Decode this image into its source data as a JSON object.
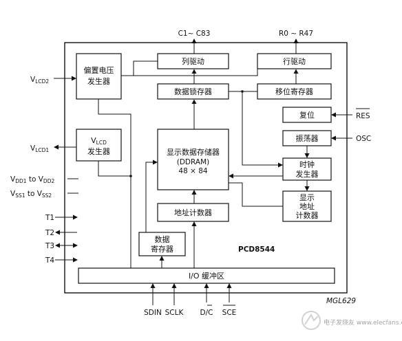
{
  "chip_name": "PCD8544",
  "figure_id": "MGL629",
  "watermark": "电子发烧友 www.elecfans.com",
  "outputs_top": {
    "columns": "C1~ C83",
    "rows": "R0 ~ R47"
  },
  "blocks": {
    "column_driver": "列驱动",
    "row_driver": "行驱动",
    "bias_voltage_line1": "偏置电压",
    "bias_voltage_line2": "发生器",
    "data_latch": "数据锁存器",
    "shift_register": "移位寄存器",
    "reset": "复位",
    "oscillator": "振荡器",
    "vlcd_gen_prefix": "V",
    "vlcd_gen_sub": "LCD",
    "vlcd_gen_line2": "发生器",
    "ddram_line1": "显示数据存储器",
    "ddram_line2": "(DDRAM)",
    "ddram_line3": "48 × 84",
    "clock_line1": "时钟",
    "clock_line2": "发生器",
    "display_addr_line1": "显示",
    "display_addr_line2": "地址",
    "display_addr_line3": "计数器",
    "addr_counter": "地址计数器",
    "data_reg_line1": "数据",
    "data_reg_line2": "寄存器",
    "io_buffer": "I/O 缓冲区"
  },
  "pins_left": {
    "vlcd2": {
      "v": "V",
      "sub": "LCD2"
    },
    "vlcd1": {
      "v": "V",
      "sub": "LCD1"
    },
    "vdd": {
      "v1": "V",
      "sub1": "DD1",
      "mid": " to V",
      "sub2": "DD2"
    },
    "vss": {
      "v1": "V",
      "sub1": "SS1",
      "mid": " to V",
      "sub2": "SS2"
    },
    "t1": "T1",
    "t2": "T2",
    "t3": "T3",
    "t4": "T4"
  },
  "pins_right": {
    "res": "RES",
    "osc": "OSC"
  },
  "pins_bottom": {
    "sdin": "SDIN",
    "sclk": "SCLK",
    "dc": "D/C",
    "sce": "SCE"
  }
}
